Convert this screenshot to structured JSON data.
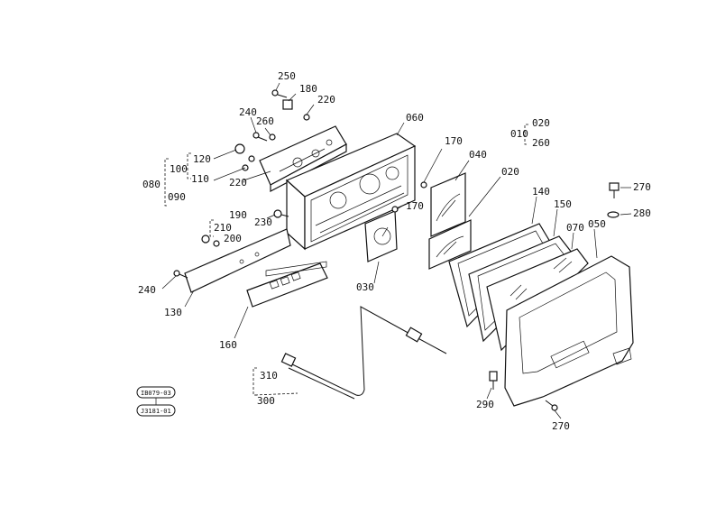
{
  "labels": {
    "p250": "250",
    "p180": "180",
    "p220a": "220",
    "p240a": "240",
    "p260a": "260",
    "p060": "060",
    "p170a": "170",
    "p040": "040",
    "p010": "010",
    "p020a": "020",
    "p260b": "260",
    "p020b": "020",
    "p120": "120",
    "p100": "100",
    "p110": "110",
    "p080": "080",
    "p090": "090",
    "p220b": "220",
    "p170b": "170",
    "p190": "190",
    "p210": "210",
    "p230": "230",
    "p200": "200",
    "p140": "140",
    "p150": "150",
    "p070": "070",
    "p050": "050",
    "p270a": "270",
    "p280": "280",
    "p240b": "240",
    "p130": "130",
    "p030": "030",
    "p160": "160",
    "p310": "310",
    "p300": "300",
    "p290": "290",
    "p270b": "270"
  },
  "stamps": {
    "top": "IB079-03",
    "bottom": "J3181-01"
  }
}
